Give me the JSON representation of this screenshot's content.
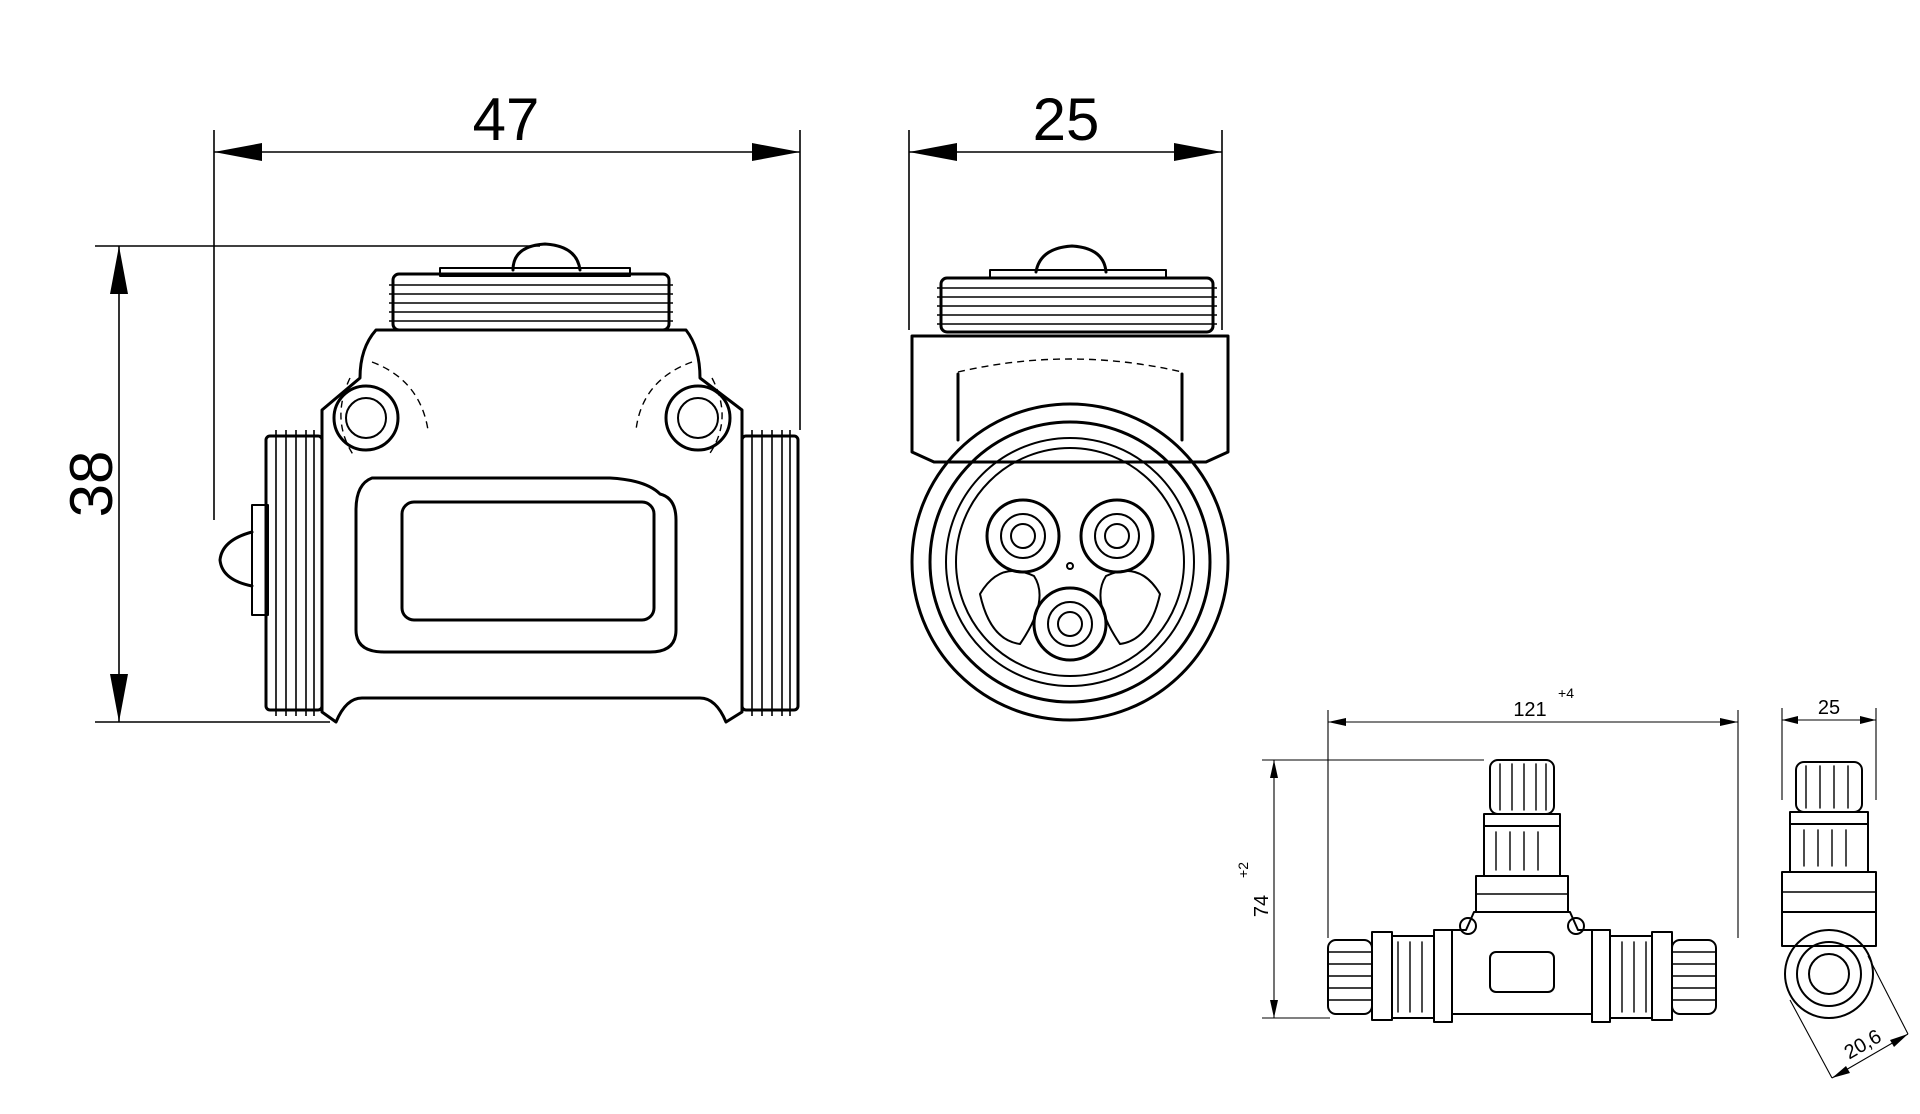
{
  "dimensions": {
    "front_width": "47",
    "front_height": "38",
    "side_width": "25",
    "overall_length": "121",
    "overall_length_tol": "+4",
    "overall_height": "74",
    "overall_height_tol": "+2",
    "small_side_width": "25",
    "diameter": "20,6"
  }
}
